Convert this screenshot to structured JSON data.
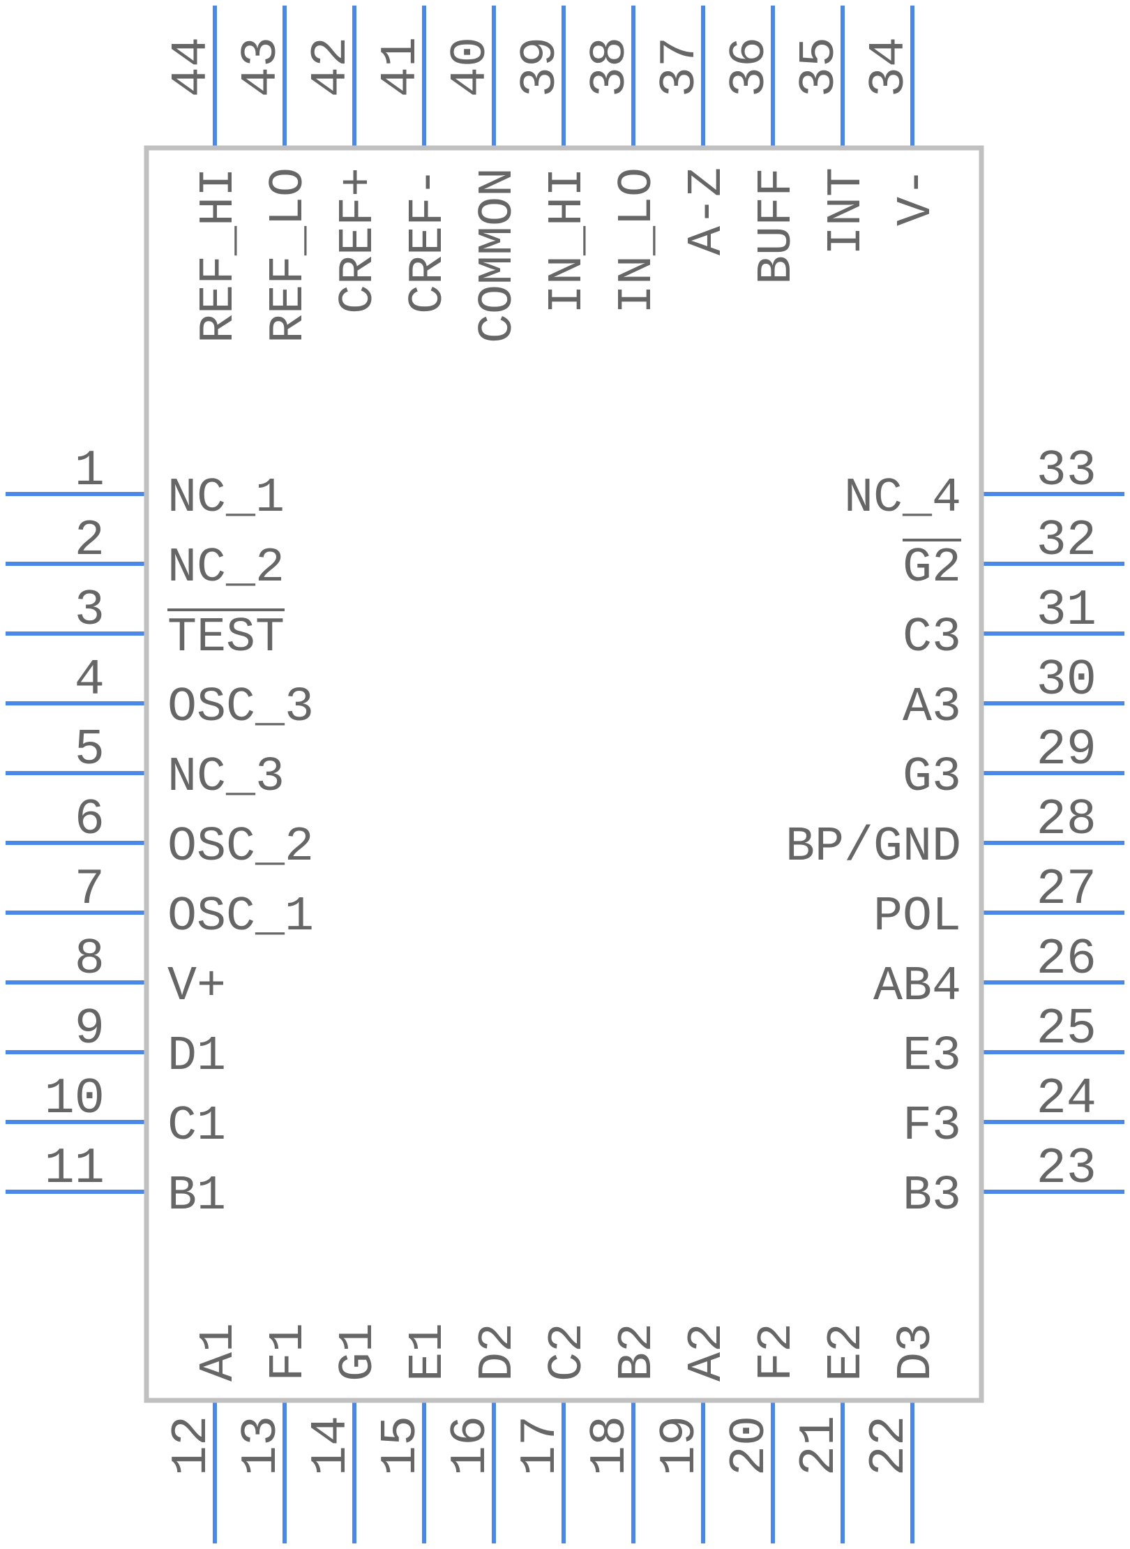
{
  "component": {
    "body_stroke": "#c0c0c0",
    "pin_color": "#4a88e8",
    "text_color": "#666666"
  },
  "pins": {
    "left": [
      {
        "num": "1",
        "label": "NC_1"
      },
      {
        "num": "2",
        "label": "NC_2"
      },
      {
        "num": "3",
        "label": "TEST",
        "overbar": true
      },
      {
        "num": "4",
        "label": "OSC_3"
      },
      {
        "num": "5",
        "label": "NC_3"
      },
      {
        "num": "6",
        "label": "OSC_2"
      },
      {
        "num": "7",
        "label": "OSC_1"
      },
      {
        "num": "8",
        "label": "V+"
      },
      {
        "num": "9",
        "label": "D1"
      },
      {
        "num": "10",
        "label": "C1"
      },
      {
        "num": "11",
        "label": "B1"
      }
    ],
    "bottom": [
      {
        "num": "12",
        "label": "A1"
      },
      {
        "num": "13",
        "label": "F1"
      },
      {
        "num": "14",
        "label": "G1"
      },
      {
        "num": "15",
        "label": "E1"
      },
      {
        "num": "16",
        "label": "D2"
      },
      {
        "num": "17",
        "label": "C2"
      },
      {
        "num": "18",
        "label": "B2"
      },
      {
        "num": "19",
        "label": "A2"
      },
      {
        "num": "20",
        "label": "F2"
      },
      {
        "num": "21",
        "label": "E2"
      },
      {
        "num": "22",
        "label": "D3"
      }
    ],
    "right": [
      {
        "num": "23",
        "label": "B3"
      },
      {
        "num": "24",
        "label": "F3"
      },
      {
        "num": "25",
        "label": "E3"
      },
      {
        "num": "26",
        "label": "AB4"
      },
      {
        "num": "27",
        "label": "POL"
      },
      {
        "num": "28",
        "label": "BP/GND"
      },
      {
        "num": "29",
        "label": "G3"
      },
      {
        "num": "30",
        "label": "A3"
      },
      {
        "num": "31",
        "label": "C3"
      },
      {
        "num": "32",
        "label": "G2",
        "overbar": true
      },
      {
        "num": "33",
        "label": "NC_4"
      }
    ],
    "top": [
      {
        "num": "34",
        "label": "V-"
      },
      {
        "num": "35",
        "label": "INT"
      },
      {
        "num": "36",
        "label": "BUFF"
      },
      {
        "num": "37",
        "label": "A-Z"
      },
      {
        "num": "38",
        "label": "IN_LO"
      },
      {
        "num": "39",
        "label": "IN_HI"
      },
      {
        "num": "40",
        "label": "COMMON"
      },
      {
        "num": "41",
        "label": "CREF-"
      },
      {
        "num": "42",
        "label": "CREF+"
      },
      {
        "num": "43",
        "label": "REF_LO"
      },
      {
        "num": "44",
        "label": "REF_HI"
      }
    ]
  }
}
